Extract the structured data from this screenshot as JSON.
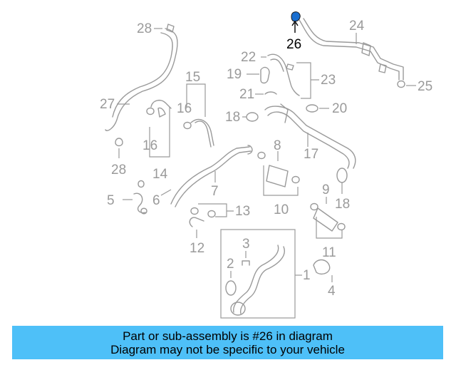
{
  "diagram": {
    "highlight_color": "#1a6fd0",
    "part_color": "#9a9a9a",
    "labels": {
      "l1": "1",
      "l2": "2",
      "l3": "3",
      "l4": "4",
      "l5": "5",
      "l6": "6",
      "l7": "7",
      "l8": "8",
      "l9": "9",
      "l10": "10",
      "l11": "11",
      "l12": "12",
      "l13": "13",
      "l14": "14",
      "l15": "15",
      "l16a": "16",
      "l16b": "16",
      "l17": "17",
      "l18a": "18",
      "l18b": "18",
      "l19": "19",
      "l20": "20",
      "l21": "21",
      "l22": "22",
      "l23": "23",
      "l24": "24",
      "l25": "25",
      "l26": "26",
      "l27": "27",
      "l28a": "28",
      "l28b": "28"
    }
  },
  "banner": {
    "line1": "Part or sub-assembly is #26 in diagram",
    "line2": "Diagram may not be specific to your vehicle",
    "background": "#4ec0f8"
  }
}
